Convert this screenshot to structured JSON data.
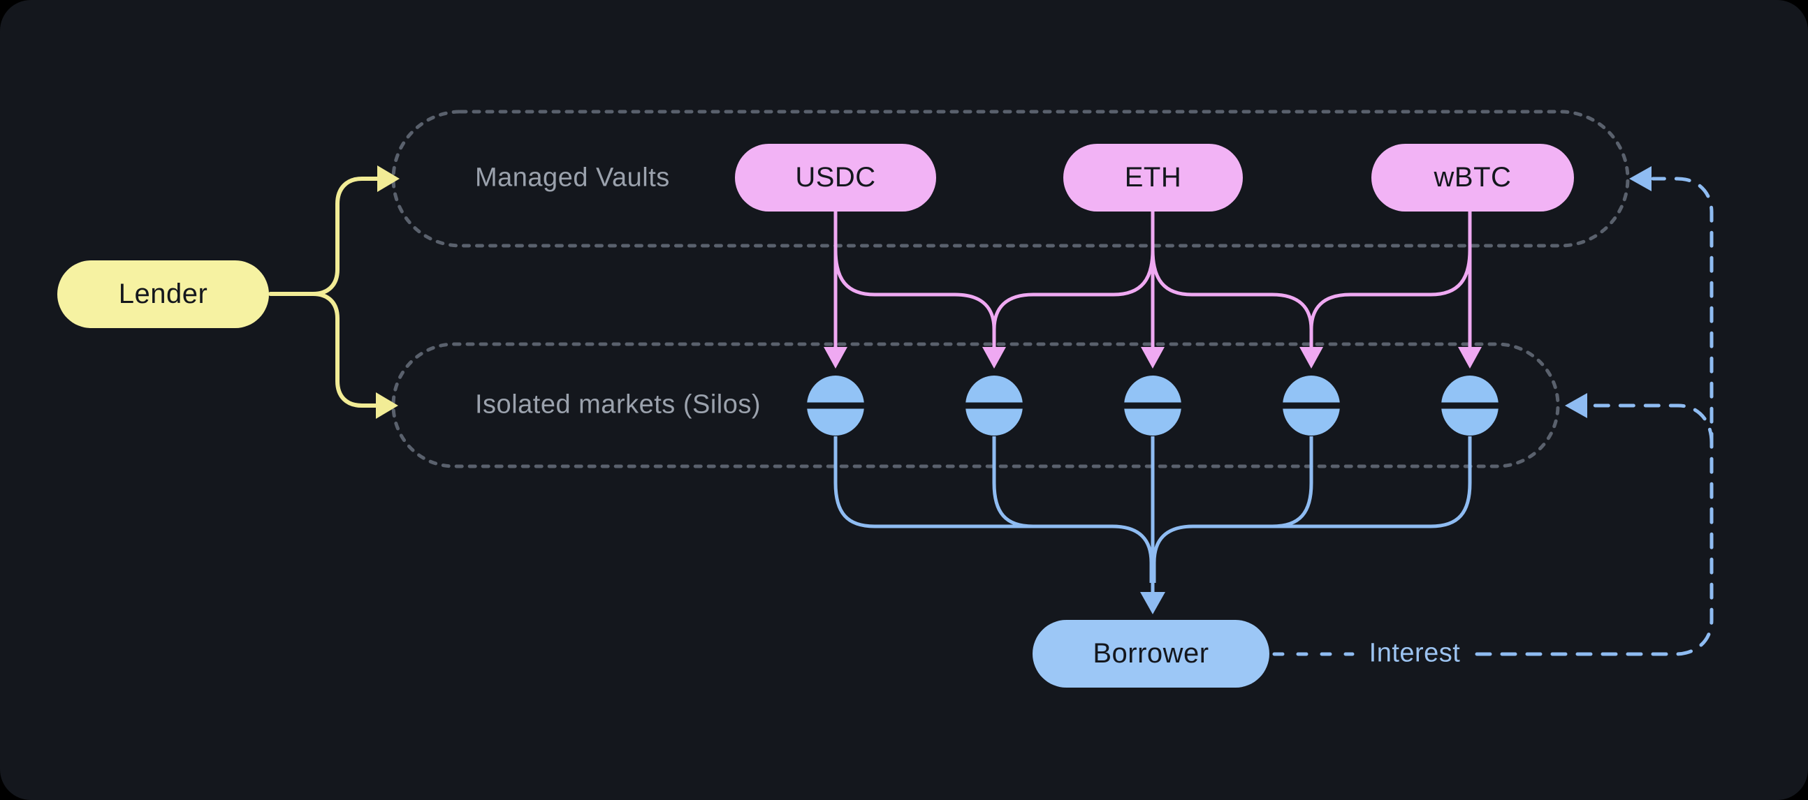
{
  "colors": {
    "canvas_bg": "#000000",
    "panel_bg": "#14171D",
    "container_border": "#5A616D",
    "container_label": "#9BA2AD",
    "yellow": "#F2EC96",
    "yellow_pill": "#F6F2A2",
    "pink_line": "#EFA9F2",
    "pink_pill": "#F2B3F5",
    "blue_line": "#8FBCF2",
    "blue_pill": "#9CC7F6",
    "blue": "#92C3F6",
    "node_text": "#14171D",
    "interest_text": "#9CC3F0"
  },
  "nodes": {
    "lender": {
      "label": "Lender"
    },
    "borrower": {
      "label": "Borrower"
    }
  },
  "containers": {
    "managed_vaults": {
      "label": "Managed Vaults"
    },
    "isolated_markets": {
      "label": "Isolated markets (Silos)"
    }
  },
  "vaults": [
    {
      "label": "USDC"
    },
    {
      "label": "ETH"
    },
    {
      "label": "wBTC"
    }
  ],
  "silos": {
    "count": 5
  },
  "edges": {
    "interest_label": "Interest"
  }
}
